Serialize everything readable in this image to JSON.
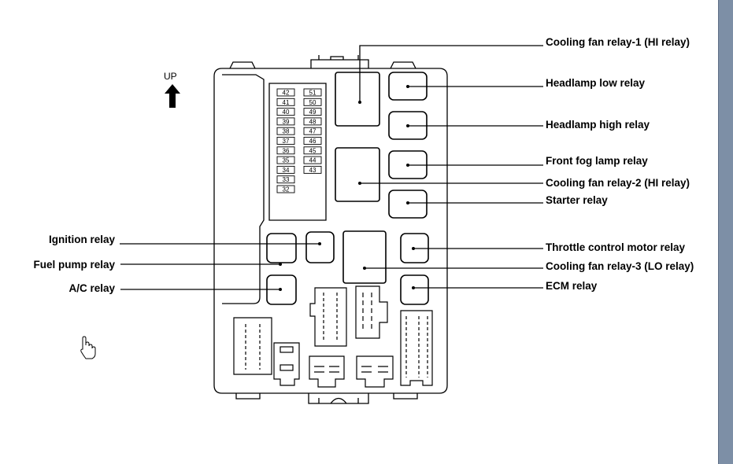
{
  "direction_label": "UP",
  "fuses_left": [
    "42",
    "41",
    "40",
    "39",
    "38",
    "37",
    "36",
    "35",
    "34",
    "33",
    "32"
  ],
  "fuses_right": [
    "51",
    "50",
    "49",
    "48",
    "47",
    "46",
    "45",
    "44",
    "43"
  ],
  "callouts_right": [
    "Cooling fan relay-1 (HI relay)",
    "Headlamp low relay",
    "Headlamp high relay",
    "Front fog lamp relay",
    "Cooling fan relay-2 (HI relay)",
    "Starter relay",
    "Throttle control motor relay",
    "Cooling fan relay-3 (LO relay)",
    "ECM relay"
  ],
  "callouts_left": [
    "Ignition relay",
    "Fuel pump relay",
    "A/C relay"
  ],
  "icons": {
    "pointer": "hand-pointer-icon",
    "arrow": "up-arrow-icon"
  },
  "colors": {
    "line": "#000000",
    "scrollbar": "#7d8fa6"
  }
}
